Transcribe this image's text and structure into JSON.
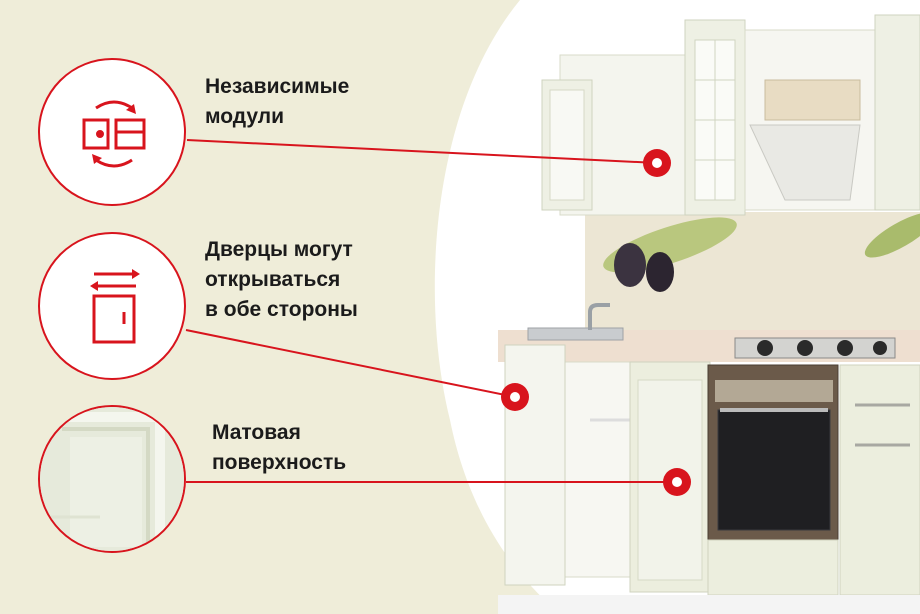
{
  "features": [
    {
      "id": "modules",
      "lines": [
        "Независимые",
        "модули"
      ],
      "icon": "modules-swap-icon"
    },
    {
      "id": "doors",
      "lines": [
        "Дверцы могут",
        "открываться",
        "в обе стороны"
      ],
      "icon": "door-swap-icon"
    },
    {
      "id": "matte",
      "lines": [
        "Матовая",
        "поверхность"
      ],
      "icon": "matte-surface-texture"
    }
  ],
  "colors": {
    "accent": "#d8141d",
    "background": "#efedd9",
    "cabinet": "#eaeede",
    "text": "#1b1b1b"
  }
}
